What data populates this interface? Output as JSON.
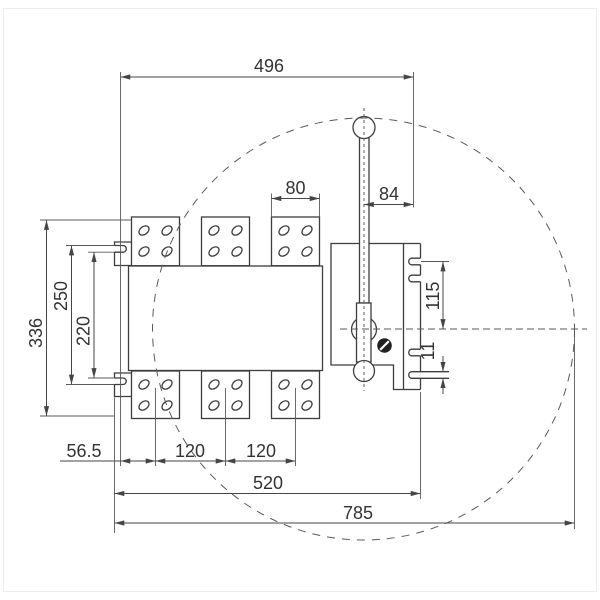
{
  "meta": {
    "type": "technical-dimension-drawing",
    "units": "mm",
    "subject": "switch-disconnector front profile with operating handle and swing envelope"
  },
  "colors": {
    "line": "#3d3d3d",
    "dimension": "#454545",
    "centerline": "#5a5a5a",
    "text": "#333333",
    "screw": "#222222",
    "background": "#ffffff"
  },
  "dimensions": {
    "top_width": "496",
    "pole_block_width": "80",
    "handle_to_bracket": "84",
    "overall_height": "336",
    "mounting_slot_outer": "250",
    "mounting_slot_inner": "220",
    "slot_to_centerline": "115",
    "slot_width": "11",
    "first_pole_offset": "56.5",
    "pole_pitch_a": "120",
    "pole_pitch_b": "120",
    "base_width": "520",
    "overall_width": "785"
  }
}
